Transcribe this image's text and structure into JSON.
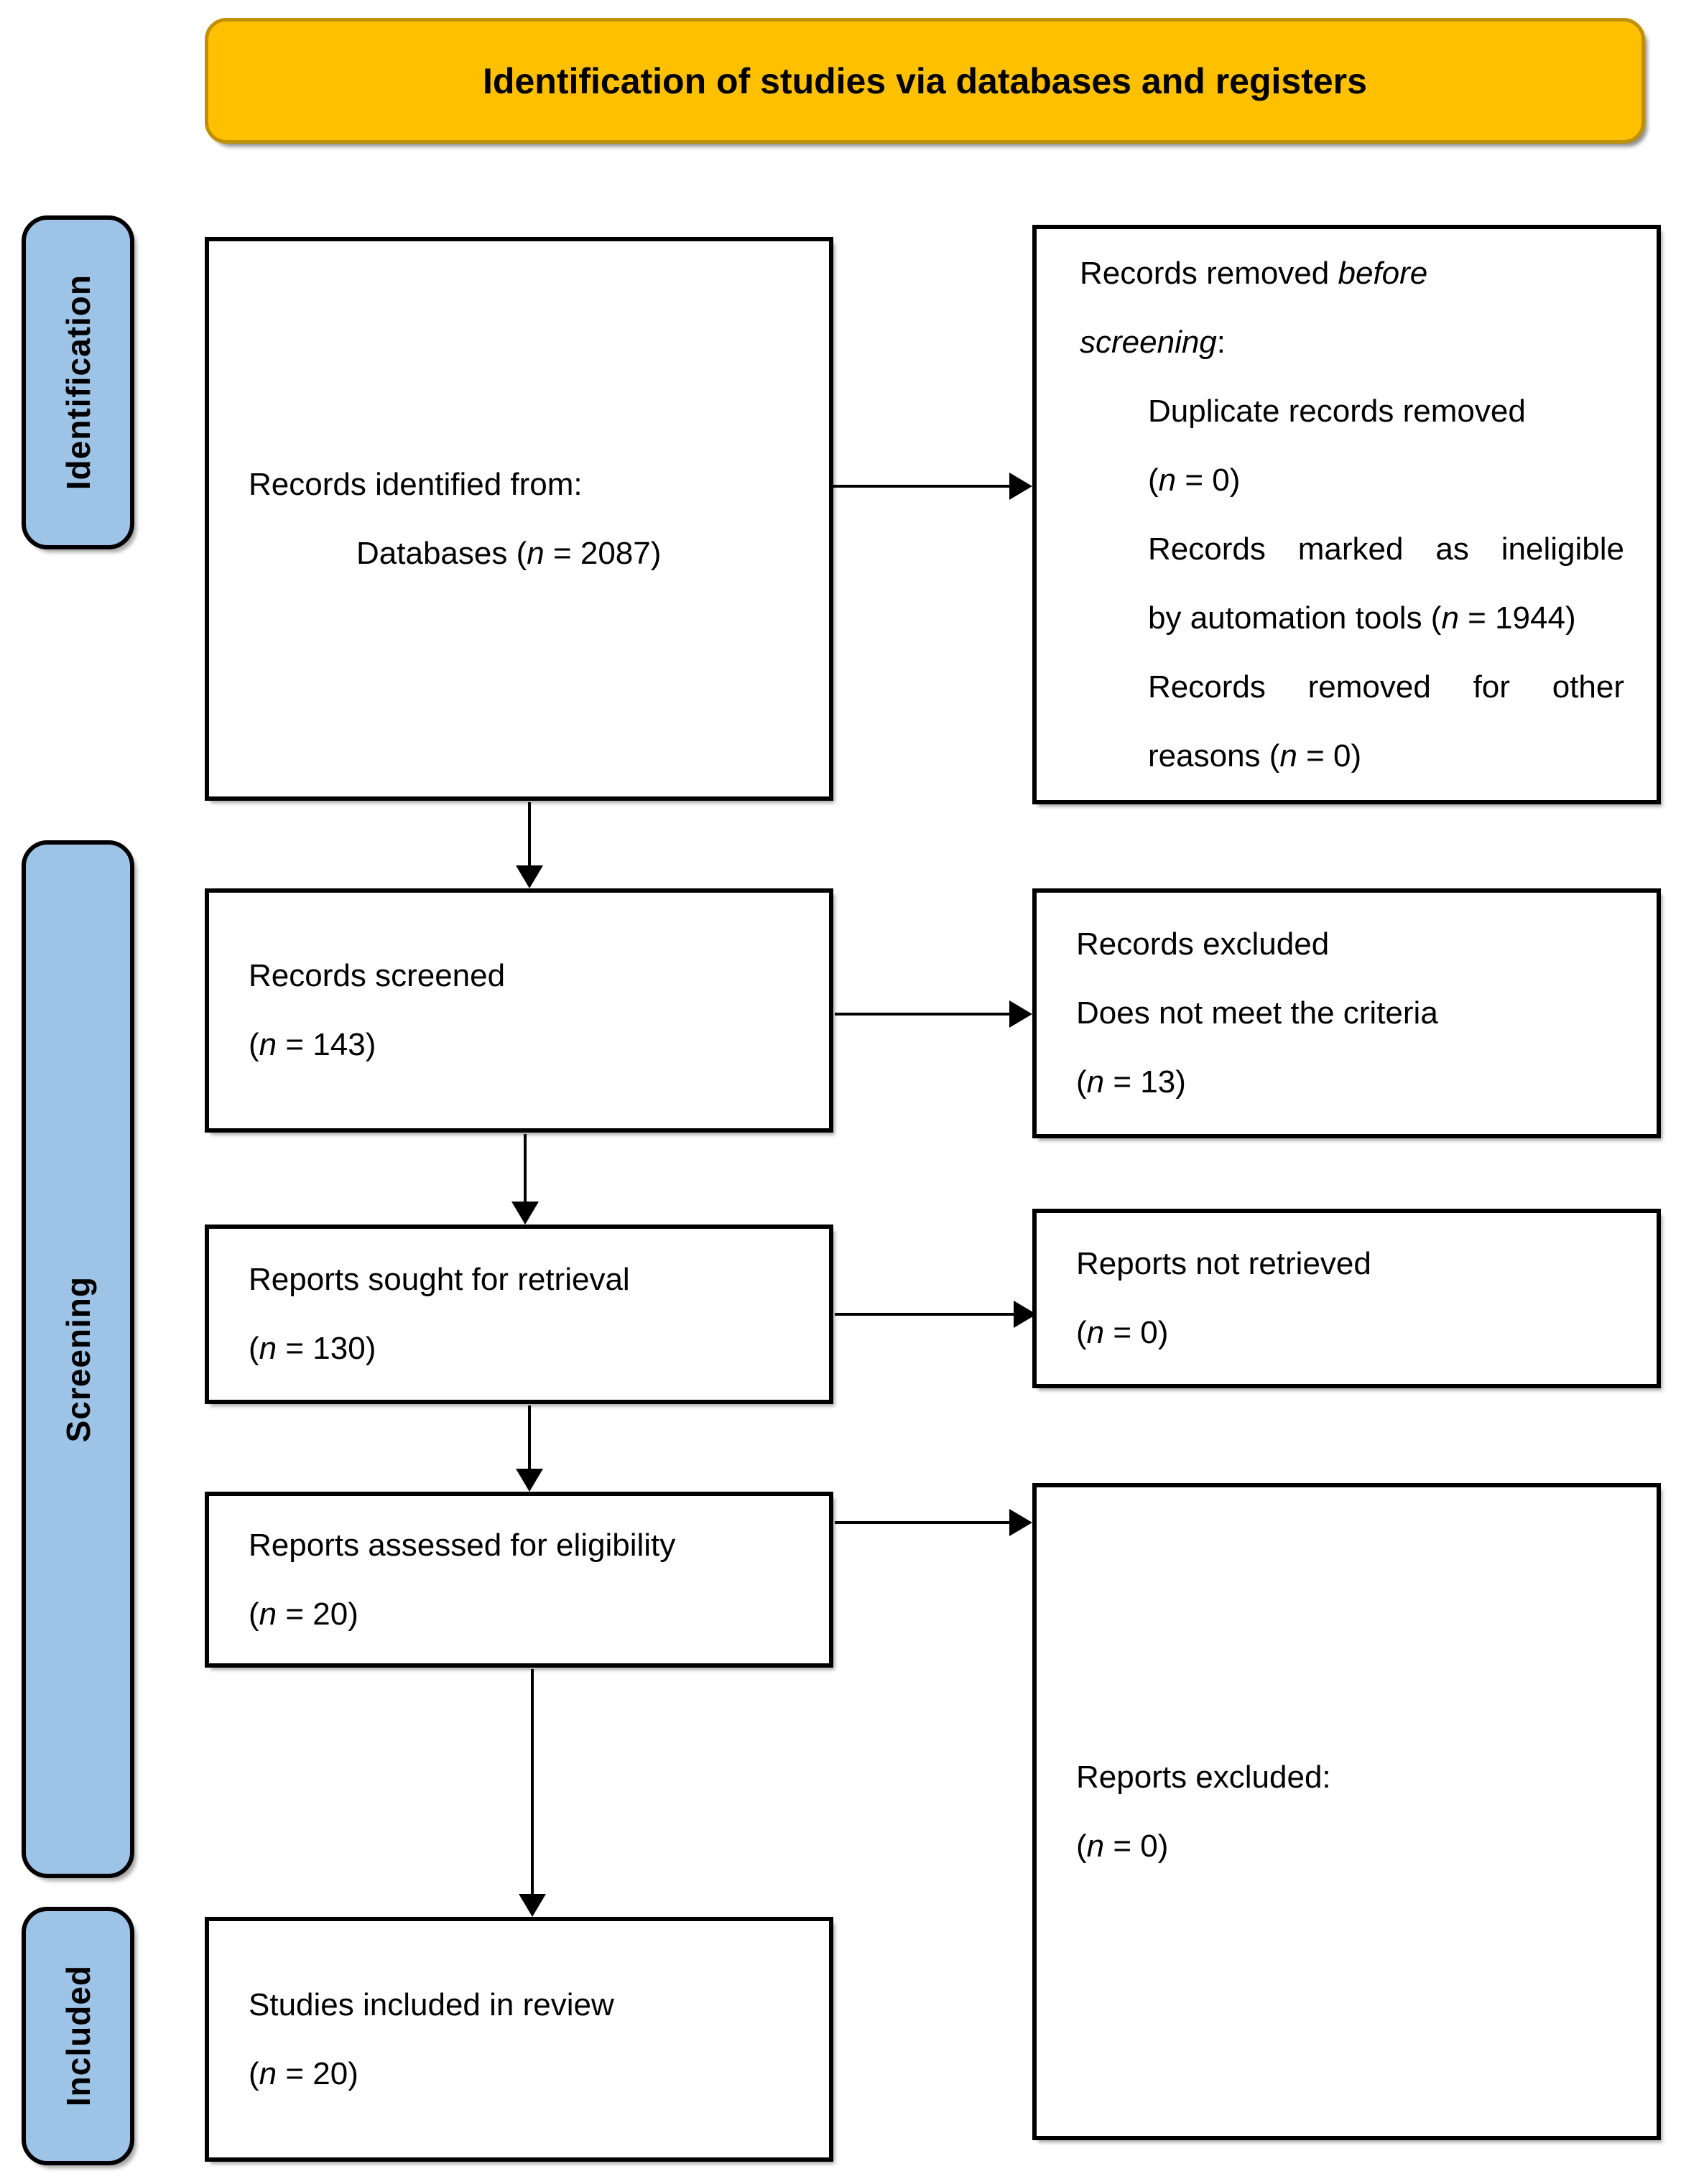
{
  "title": "Identification of studies via databases and registers",
  "stages": {
    "identification": "Identification",
    "screening": "Screening",
    "included": "Included"
  },
  "colors": {
    "banner_fill": "#FFC000",
    "banner_border": "#BF9000",
    "stage_fill": "#9DC3E6",
    "box_border": "#000000"
  },
  "boxes": {
    "records_identified": {
      "lines": [
        {
          "t": "Records identified from:"
        },
        {
          "t": "Databases (*n* = 2087)",
          "indent": true
        }
      ]
    },
    "records_removed": {
      "lines": [
        {
          "t": "Records removed *before*"
        },
        {
          "t": "*screening*:"
        },
        {
          "t": "Duplicate records removed",
          "indent": true
        },
        {
          "t": "(*n* = 0)",
          "indent": true
        },
        {
          "t": "Records marked as ineligible",
          "indent": true,
          "justify": true
        },
        {
          "t": "by automation tools (*n* = 1944)",
          "indent": true
        },
        {
          "t": "Records removed for other",
          "indent": true,
          "justify": true
        },
        {
          "t": "reasons (*n* = 0)",
          "indent": true
        }
      ]
    },
    "records_screened": {
      "lines": [
        {
          "t": "Records screened"
        },
        {
          "t": "(*n* = 143)"
        }
      ]
    },
    "records_excluded": {
      "lines": [
        {
          "t": "Records excluded"
        },
        {
          "t": "Does not meet the criteria"
        },
        {
          "t": "(*n* = 13)"
        }
      ]
    },
    "reports_sought": {
      "lines": [
        {
          "t": "Reports sought for retrieval"
        },
        {
          "t": "(*n* = 130)"
        }
      ]
    },
    "reports_not_retrieved": {
      "lines": [
        {
          "t": "Reports not retrieved"
        },
        {
          "t": "(*n* = 0)"
        }
      ]
    },
    "reports_assessed": {
      "lines": [
        {
          "t": "Reports assessed for eligibility"
        },
        {
          "t": "(*n* = 20)"
        }
      ]
    },
    "reports_excluded": {
      "lines": [
        {
          "t": "Reports excluded:"
        },
        {
          "t": "(*n* = 0)"
        }
      ]
    },
    "studies_included": {
      "lines": [
        {
          "t": "Studies included in review"
        },
        {
          "t": "(*n* = 20)"
        }
      ]
    }
  }
}
